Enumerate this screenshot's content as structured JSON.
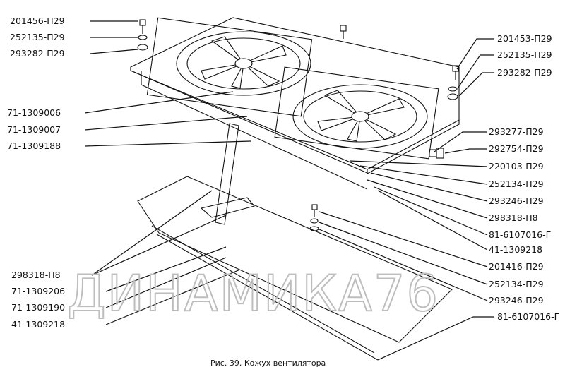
{
  "left_labels": [
    "201456-П29",
    "252135-П29",
    "293282-П29",
    "71-1309006",
    "71-1309007",
    "71-1309188",
    "298318-П8",
    "71-1309206",
    "71-1309190",
    "41-1309218"
  ],
  "right_labels": [
    "201453-П29",
    "252135-П29",
    "293282-П29",
    "293277-П29",
    "292754-П29",
    "220103-П29",
    "252134-П29",
    "293246-П29",
    "298318-П8",
    "81-6107016-Г",
    "41-1309218",
    "201416-П29",
    "252134-П29",
    "293246-П29",
    "81-6107016-Г"
  ],
  "watermark": "ДИНАМИКА76",
  "caption": "Рис. 39. Кожух вентилятора"
}
